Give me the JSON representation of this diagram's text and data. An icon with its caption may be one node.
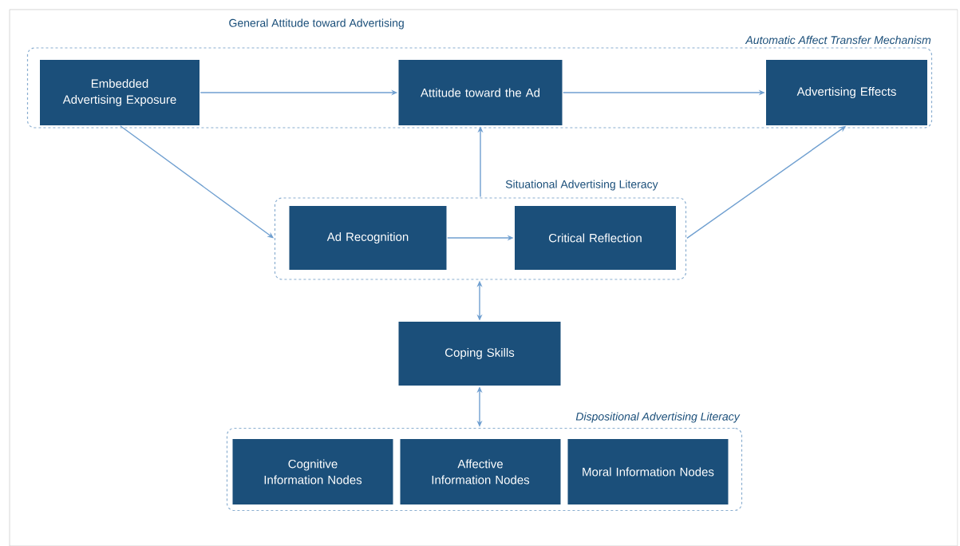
{
  "diagram": {
    "nodes": [
      {
        "text": [
          "Automatic Affect Transfer Mechanism"
        ]
      },
      {
        "text": [
          "Embedded Advertising Exposure"
        ],
        "in": 0
      },
      {
        "text": [
          "Attitude toward the Ad"
        ],
        "in": 0
      },
      {
        "text": [
          "Advertising Effects"
        ],
        "in": 0
      },
      {
        "text": [
          "Situational Advertising Literacy"
        ]
      },
      {
        "text": [
          "Ad Recognition"
        ],
        "in": 4
      },
      {
        "text": [
          "Critical Reflection"
        ],
        "in": 4
      },
      {
        "text": [
          "Coping Skills"
        ]
      },
      {
        "text": [
          "Dispositional Advertising Literacy"
        ]
      },
      {
        "text": [
          "Cognitive Information Nodes"
        ],
        "in": 8
      },
      {
        "text": [
          "Affective Information Nodes"
        ],
        "in": 8
      },
      {
        "text": [
          "Moral Information Nodes"
        ],
        "in": 8
      }
    ],
    "edges": [
      {
        "from": 1,
        "to": 2,
        "arrow": "to"
      },
      {
        "from": 2,
        "to": 3,
        "arrow": "to"
      },
      {
        "from": 1,
        "to": 4,
        "arrow": "to"
      },
      {
        "from": 4,
        "to": 2,
        "arrow": "to"
      },
      {
        "from": 5,
        "to": 6,
        "arrow": "to"
      },
      {
        "from": 4,
        "to": 3,
        "arrow": "to"
      },
      {
        "from": 7,
        "to": 4,
        "arrow": "both"
      },
      {
        "from": 7,
        "to": 8,
        "arrow": "both"
      }
    ],
    "labels": [
      "General Attitude toward Advertising"
    ]
  }
}
